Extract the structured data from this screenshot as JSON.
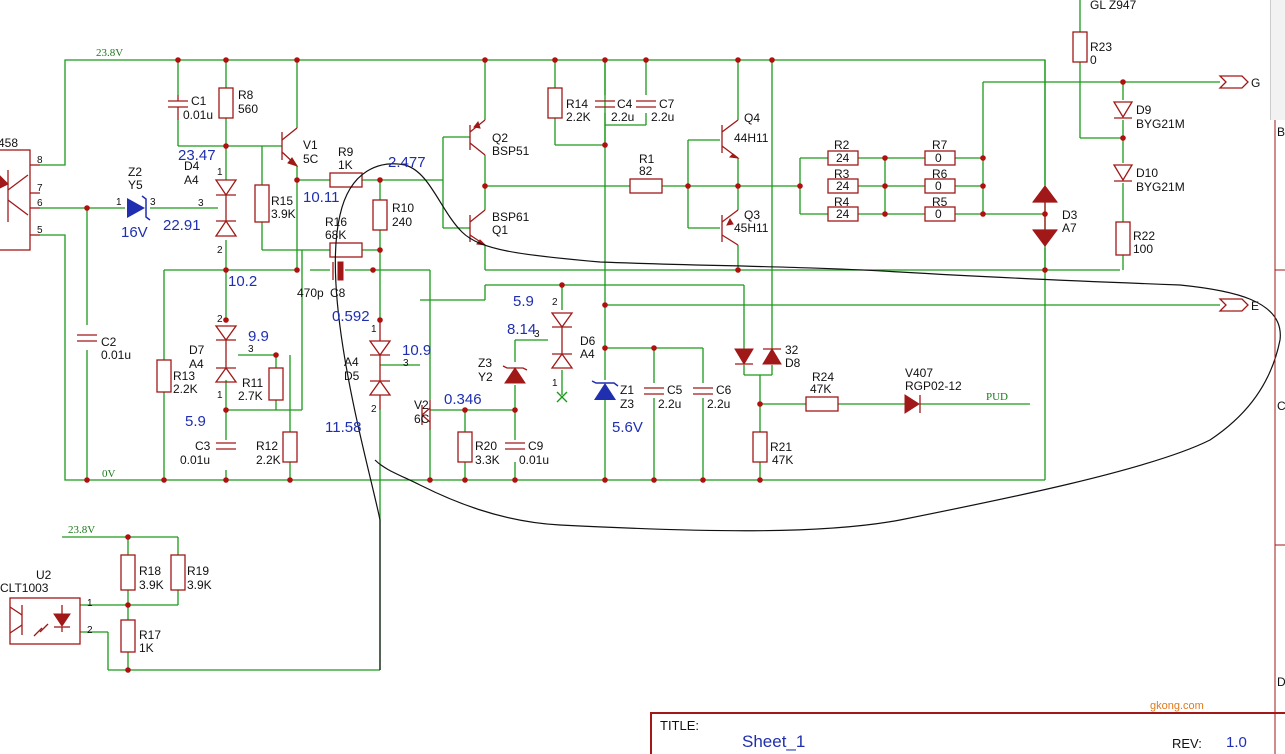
{
  "nets": {
    "vcc": "23.8V",
    "gnd": "0V",
    "vcc2": "23.8V",
    "pud": "PUD",
    "port_g": "G",
    "port_e": "E"
  },
  "left_ic": {
    "ref": "458",
    "pins": [
      "8",
      "7",
      "6",
      "5"
    ]
  },
  "components": {
    "C1": {
      "ref": "C1",
      "value": "0.01u"
    },
    "R8": {
      "ref": "R8",
      "value": "560"
    },
    "V1": {
      "ref": "V1",
      "value": "5C"
    },
    "R9": {
      "ref": "R9",
      "value": "1K"
    },
    "R10": {
      "ref": "R10",
      "value": "240"
    },
    "R15": {
      "ref": "R15",
      "value": "3.9K"
    },
    "R16": {
      "ref": "R16",
      "value": "68K"
    },
    "C8": {
      "ref": "C8",
      "value": "470p"
    },
    "D4": {
      "ref": "D4",
      "value": "A4"
    },
    "Z2": {
      "ref": "Z2",
      "value": "Y5"
    },
    "C2": {
      "ref": "C2",
      "value": "0.01u"
    },
    "R13": {
      "ref": "R13",
      "value": "2.2K"
    },
    "D7": {
      "ref": "D7",
      "value": "A4"
    },
    "R11": {
      "ref": "R11",
      "value": "2.7K"
    },
    "C3": {
      "ref": "C3",
      "value": "0.01u"
    },
    "R12": {
      "ref": "R12",
      "value": "2.2K"
    },
    "D5": {
      "ref": "D5",
      "value": "A4"
    },
    "V2": {
      "ref": "V2",
      "value": "6C"
    },
    "R20": {
      "ref": "R20",
      "value": "3.3K"
    },
    "C9": {
      "ref": "C9",
      "value": "0.01u"
    },
    "Z3": {
      "ref": "Z3",
      "value": "Y2"
    },
    "D6": {
      "ref": "D6",
      "value": "A4"
    },
    "Z1": {
      "ref": "Z1",
      "value": "Z3"
    },
    "C5": {
      "ref": "C5",
      "value": "2.2u"
    },
    "C6": {
      "ref": "C6",
      "value": "2.2u"
    },
    "Q2": {
      "ref": "Q2",
      "value": "BSP51"
    },
    "Q1": {
      "ref": "Q1",
      "value": "BSP61"
    },
    "R14": {
      "ref": "R14",
      "value": "2.2K"
    },
    "C4": {
      "ref": "C4",
      "value": "2.2u"
    },
    "C7": {
      "ref": "C7",
      "value": "2.2u"
    },
    "R1": {
      "ref": "R1",
      "value": "82"
    },
    "Q4": {
      "ref": "Q4",
      "value": "44H11"
    },
    "Q3": {
      "ref": "Q3",
      "value": "45H11"
    },
    "R2": {
      "ref": "R2",
      "value": "24"
    },
    "R3": {
      "ref": "R3",
      "value": "24"
    },
    "R4": {
      "ref": "R4",
      "value": "24"
    },
    "R7": {
      "ref": "R7",
      "value": "0"
    },
    "R6": {
      "ref": "R6",
      "value": "0"
    },
    "R5": {
      "ref": "R5",
      "value": "0"
    },
    "D8": {
      "ref": "D8",
      "value": "32"
    },
    "R24": {
      "ref": "R24",
      "value": "47K"
    },
    "R21": {
      "ref": "R21",
      "value": "47K"
    },
    "V407": {
      "ref": "V407",
      "value": "RGP02-12"
    },
    "R23": {
      "ref": "R23",
      "value": "0"
    },
    "D9": {
      "ref": "D9",
      "value": "BYG21M"
    },
    "D10": {
      "ref": "D10",
      "value": "BYG21M"
    },
    "D3": {
      "ref": "D3",
      "value": "A7"
    },
    "R22": {
      "ref": "R22",
      "value": "100"
    },
    "GLZ947": {
      "ref": "GL Z947",
      "value": ""
    },
    "U2": {
      "ref": "U2",
      "value": "CLT1003"
    },
    "R18": {
      "ref": "R18",
      "value": "3.9K"
    },
    "R19": {
      "ref": "R19",
      "value": "3.9K"
    },
    "R17": {
      "ref": "R17",
      "value": "1K"
    }
  },
  "measurements": {
    "m1": "23.47",
    "m2": "22.91",
    "m3": "16V",
    "m4": "10.11",
    "m5": "2.477",
    "m6": "10.2",
    "m7": "9.9",
    "m8": "5.9",
    "m9": "0.592",
    "m10": "10.9",
    "m11": "11.58",
    "m12": "0.346",
    "m13": "5.9",
    "m14": "8.14",
    "m15": "5.6V"
  },
  "pins": {
    "z2_1": "1",
    "z2_3": "3",
    "d4_3": "3",
    "d4_1": "1",
    "d4_2": "2",
    "d7_2": "2",
    "d7_3": "3",
    "d7_1": "1",
    "d5_1": "1",
    "d5_3": "3",
    "d5_2": "2",
    "d6_2": "2",
    "d6_3": "3",
    "d6_1": "1",
    "u2_1": "1",
    "u2_2": "2"
  },
  "title_block": {
    "title_label": "TITLE:",
    "sheet": "Sheet_1",
    "rev_label": "REV:",
    "rev": "1.0"
  },
  "border_letters": [
    "B",
    "C",
    "D"
  ],
  "watermark": "gkong.com",
  "colors": {
    "wire": "#1a9a1a",
    "component": "#a01818",
    "measurement": "#1f2fb0",
    "junction": "#b01010"
  }
}
